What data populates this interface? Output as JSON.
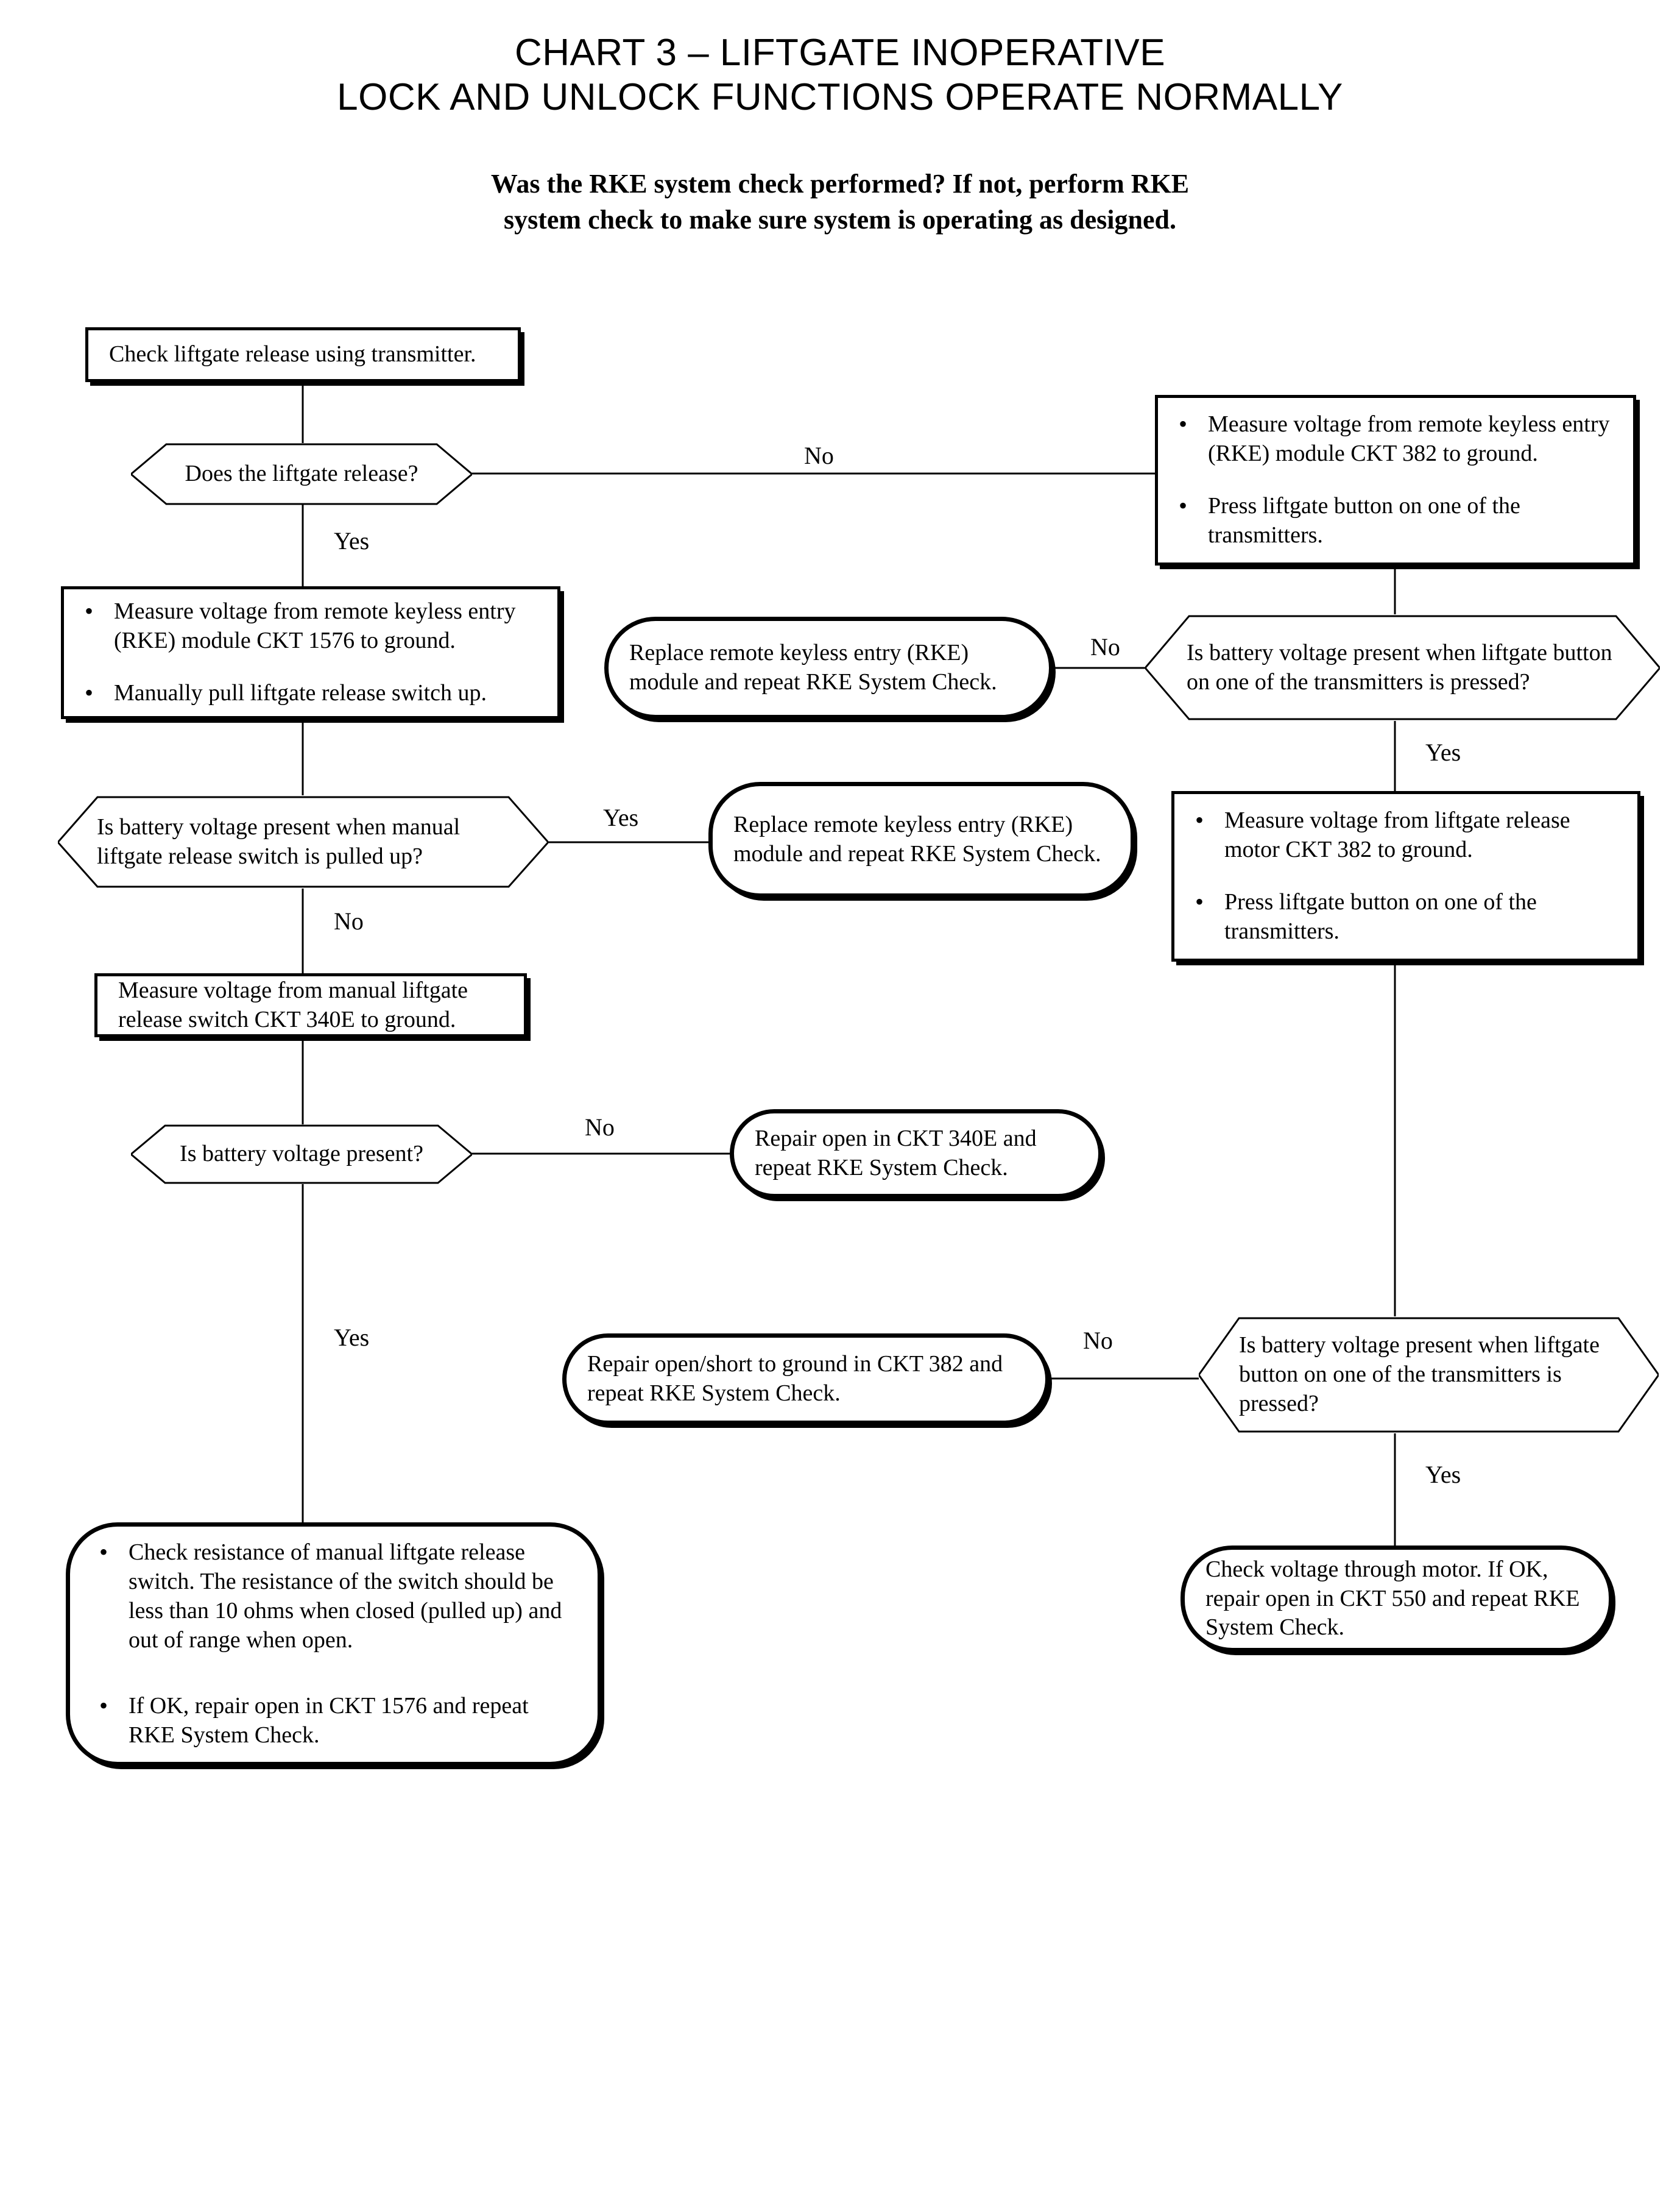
{
  "title": {
    "line1": "CHART 3 – LIFTGATE INOPERATIVE",
    "line2": "LOCK AND UNLOCK FUNCTIONS OPERATE NORMALLY"
  },
  "subtitle": {
    "line1": "Was the RKE system check performed?  If not, perform RKE",
    "line2": "system check to make sure system is operating as designed."
  },
  "chart_data": {
    "type": "flowchart",
    "title": "CHART 3 – LIFTGATE INOPERATIVE / LOCK AND UNLOCK FUNCTIONS OPERATE NORMALLY",
    "nodes": [
      {
        "id": "n1",
        "shape": "process",
        "text": "Check liftgate release using transmitter."
      },
      {
        "id": "n2",
        "shape": "decision",
        "text": "Does the liftgate release?"
      },
      {
        "id": "n3",
        "shape": "process",
        "bullets": [
          "Measure voltage from remote keyless entry (RKE) module CKT 382 to ground.",
          "Press liftgate button on one of the transmitters."
        ]
      },
      {
        "id": "n4",
        "shape": "process",
        "bullets": [
          "Measure voltage from remote keyless entry (RKE) module CKT 1576 to ground.",
          "Manually pull liftgate release switch up."
        ]
      },
      {
        "id": "n5",
        "shape": "terminator",
        "text": "Replace remote keyless entry (RKE) module and repeat RKE System Check."
      },
      {
        "id": "n6",
        "shape": "decision",
        "text": "Is battery voltage present when liftgate button on one of the transmitters is pressed?"
      },
      {
        "id": "n7",
        "shape": "decision",
        "text": "Is battery voltage present when manual liftgate release switch is pulled up?"
      },
      {
        "id": "n8",
        "shape": "terminator",
        "text": "Replace remote keyless entry (RKE) module and repeat RKE System Check."
      },
      {
        "id": "n9",
        "shape": "process",
        "bullets": [
          "Measure voltage from liftgate release motor CKT 382 to ground.",
          "Press liftgate button on one of the transmitters."
        ]
      },
      {
        "id": "n10",
        "shape": "process",
        "text": "Measure voltage from manual liftgate release switch CKT 340E to ground."
      },
      {
        "id": "n11",
        "shape": "decision",
        "text": "Is battery voltage present?"
      },
      {
        "id": "n12",
        "shape": "terminator",
        "text": "Repair open in CKT 340E and repeat RKE System Check."
      },
      {
        "id": "n13",
        "shape": "terminator",
        "text": "Repair open/short to ground in CKT 382 and repeat RKE System Check."
      },
      {
        "id": "n14",
        "shape": "decision",
        "text": "Is battery voltage present when liftgate button on one of the transmitters is pressed?"
      },
      {
        "id": "n15",
        "shape": "terminator",
        "bullets": [
          "Check resistance of manual liftgate release switch.  The resistance of the switch should be less than 10 ohms when closed (pulled up) and out of range when open.",
          "If OK, repair open in CKT 1576 and repeat RKE System Check."
        ]
      },
      {
        "id": "n16",
        "shape": "terminator",
        "text": "Check voltage through motor. If OK, repair open in CKT 550 and repeat RKE System Check."
      }
    ],
    "edges": [
      {
        "from": "n1",
        "to": "n2",
        "label": ""
      },
      {
        "from": "n2",
        "to": "n3",
        "label": "No"
      },
      {
        "from": "n2",
        "to": "n4",
        "label": "Yes"
      },
      {
        "from": "n3",
        "to": "n6",
        "label": ""
      },
      {
        "from": "n6",
        "to": "n5",
        "label": "No"
      },
      {
        "from": "n6",
        "to": "n9",
        "label": "Yes"
      },
      {
        "from": "n4",
        "to": "n7",
        "label": ""
      },
      {
        "from": "n7",
        "to": "n8",
        "label": "Yes"
      },
      {
        "from": "n7",
        "to": "n10",
        "label": "No"
      },
      {
        "from": "n9",
        "to": "n14",
        "label": ""
      },
      {
        "from": "n10",
        "to": "n11",
        "label": ""
      },
      {
        "from": "n11",
        "to": "n12",
        "label": "No"
      },
      {
        "from": "n11",
        "to": "n15",
        "label": "Yes"
      },
      {
        "from": "n14",
        "to": "n13",
        "label": "No"
      },
      {
        "from": "n14",
        "to": "n16",
        "label": "Yes"
      }
    ]
  },
  "nodes": {
    "n1_text": "Check liftgate release using transmitter.",
    "n2_text": "Does the liftgate release?",
    "n3_b1": "Measure voltage from remote keyless entry (RKE) module CKT 382 to ground.",
    "n3_b2": "Press liftgate button on one of the transmitters.",
    "n4_b1": "Measure voltage from remote keyless entry (RKE) module CKT 1576 to ground.",
    "n4_b2": "Manually pull liftgate release switch up.",
    "n5_text": "Replace remote keyless entry (RKE) module and repeat RKE System Check.",
    "n6_text": "Is battery voltage present when liftgate button on one of the transmitters is pressed?",
    "n7_text": "Is battery voltage present when manual liftgate release switch is pulled up?",
    "n8_text": "Replace remote keyless entry (RKE) module and repeat RKE System Check.",
    "n9_b1": "Measure voltage from liftgate release motor CKT 382 to ground.",
    "n9_b2": "Press liftgate button on one of the transmitters.",
    "n10_text": "Measure voltage from manual liftgate release switch CKT 340E to ground.",
    "n11_text": "Is battery voltage present?",
    "n12_text": "Repair open in CKT 340E and repeat RKE System Check.",
    "n13_text": "Repair open/short to ground in CKT 382 and repeat RKE System Check.",
    "n14_text": "Is battery voltage present when liftgate button on one of the transmitters is pressed?",
    "n15_b1": "Check resistance of manual liftgate release switch.  The resistance of the switch should be less than 10 ohms when closed (pulled up) and out of range when open.",
    "n15_b2": "If OK, repair open in CKT 1576 and repeat RKE System Check.",
    "n16_text": "Check voltage through motor. If OK, repair open in CKT 550 and repeat RKE System Check."
  },
  "labels": {
    "e_n2_no": "No",
    "e_n2_yes": "Yes",
    "e_n6_no": "No",
    "e_n6_yes": "Yes",
    "e_n7_yes": "Yes",
    "e_n7_no": "No",
    "e_n11_no": "No",
    "e_n11_yes": "Yes",
    "e_n14_no": "No",
    "e_n14_yes": "Yes"
  },
  "colors": {
    "ink": "#000000",
    "paper": "#ffffff"
  }
}
